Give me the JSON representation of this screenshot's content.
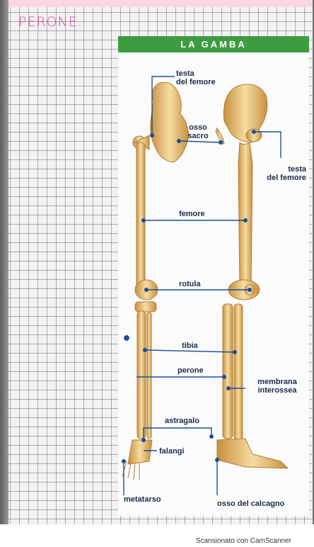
{
  "heading": "PERONE.",
  "figure": {
    "title": "LA GAMBA",
    "labels": {
      "testa_femore_1": "testa\ndel femore",
      "osso_sacro": "osso\nsacro",
      "testa_femore_2": "testa\ndel femore",
      "femore": "femore",
      "rotula": "rotula",
      "tibia": "tibia",
      "perone": "perone",
      "membrana": "membrana\ninterossea",
      "astragalo": "astragalo",
      "falangi": "falangi",
      "metatarso": "metatarso",
      "calcagno": "osso del calcagno"
    }
  },
  "watermark": "Scansionato con CamScanner",
  "colors": {
    "band": "#3d9c3f",
    "bone": "#e9c27a",
    "marker": "#1b4f9c",
    "heading": "#d9489b"
  }
}
